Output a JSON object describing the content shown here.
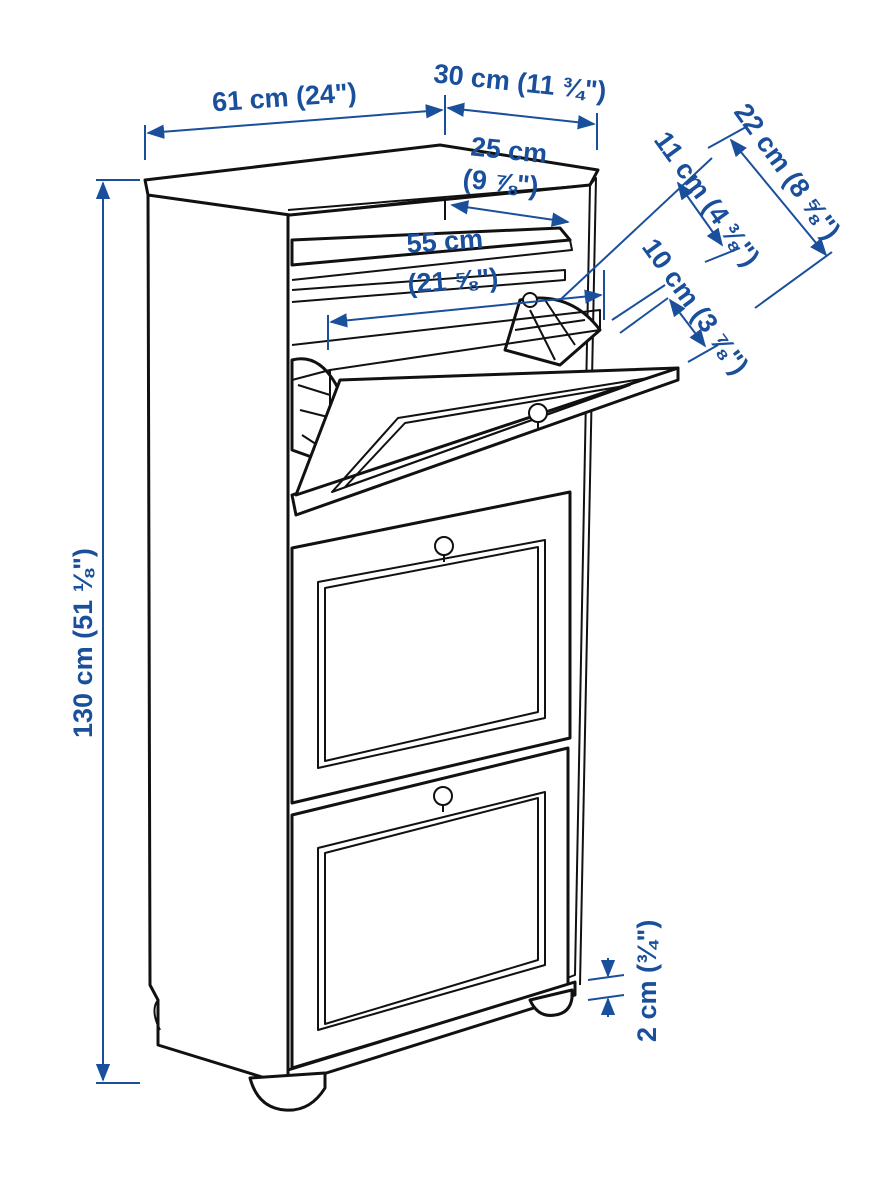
{
  "diagram": {
    "accent_color": "#1a4f9c",
    "line_color": "#111111",
    "dimensions": {
      "width": "61 cm (24\")",
      "depth": "30 cm (11 ¾\")",
      "inner_depth": "25 cm",
      "inner_depth_in": "(9 ⅞\")",
      "inner_width": "55 cm",
      "inner_width_in": "(21 ⅝\")",
      "compartment_a": "11 cm (4 ⅜\")",
      "compartment_b": "22 cm (8 ⅝\")",
      "compartment_c": "10 cm (3 ⅞\")",
      "height": "130 cm (51 ⅛\")",
      "floor_gap": "2 cm (¾\")"
    }
  }
}
